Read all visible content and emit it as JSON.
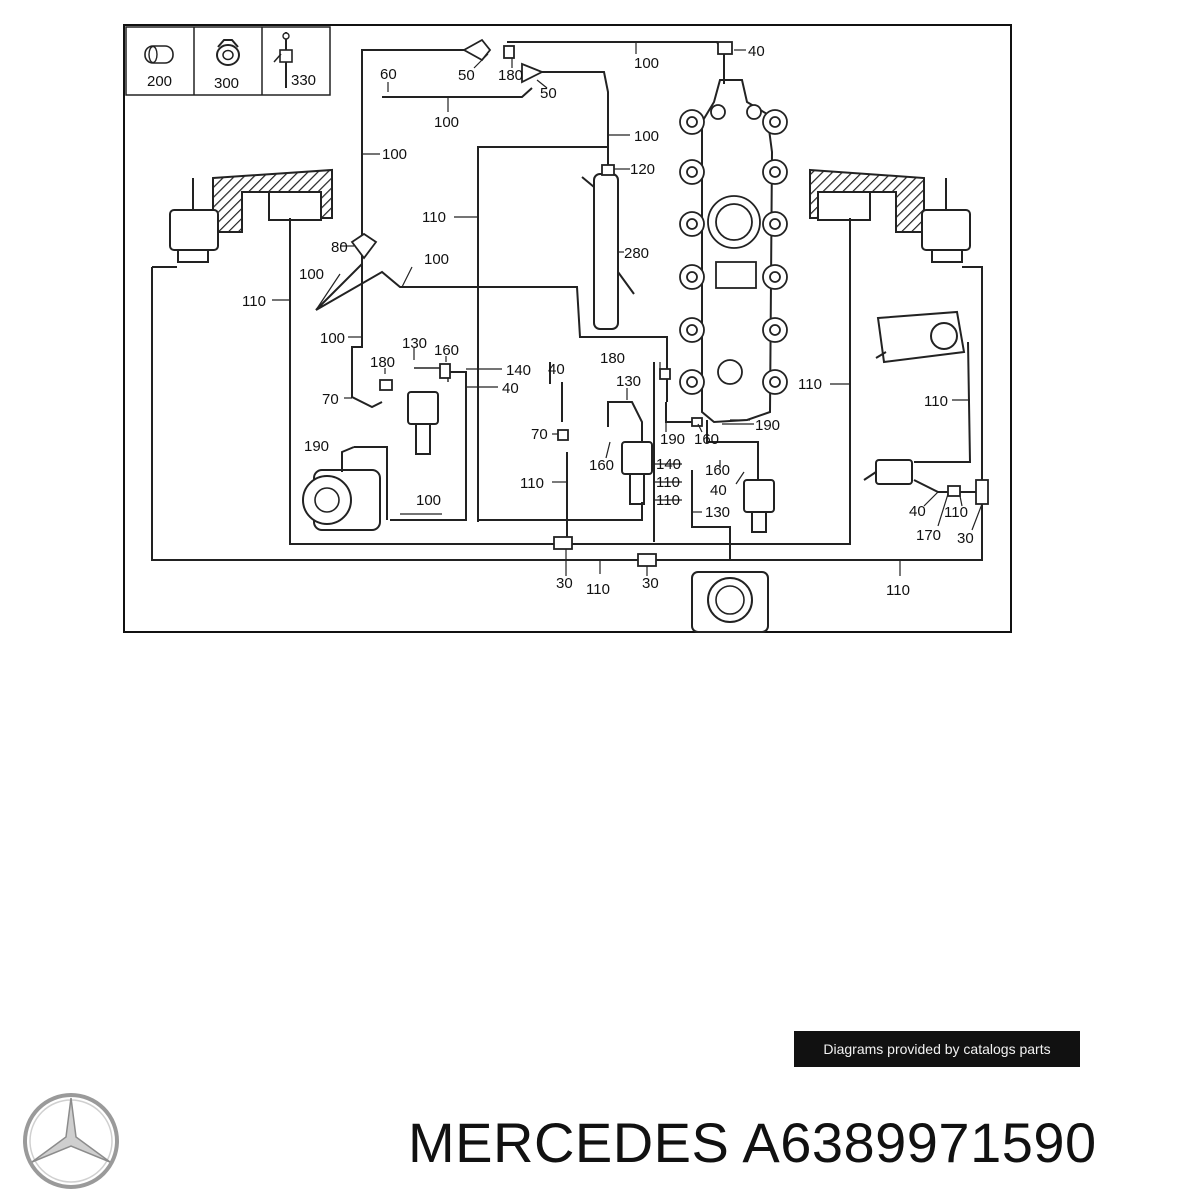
{
  "legend": {
    "items": [
      {
        "number": "200",
        "icon": "hose-sleeve-icon"
      },
      {
        "number": "300",
        "icon": "hose-clamp-icon"
      },
      {
        "number": "330",
        "icon": "cable-tie-icon"
      }
    ]
  },
  "callouts": {
    "l100a": "100",
    "l40a": "40",
    "l50a": "50",
    "l180a": "180",
    "l50b": "50",
    "l60": "60",
    "l100b": "100",
    "l100c": "100",
    "l100d": "100",
    "l120": "120",
    "l110a": "110",
    "l280": "280",
    "l80": "80",
    "l100e": "100",
    "l100f": "100",
    "l110b": "110",
    "l100g": "100",
    "l130a": "130",
    "l160a": "160",
    "l180b": "180",
    "l140a": "140",
    "l40b": "40",
    "l70a": "70",
    "l40c": "40",
    "l180c": "180",
    "l130b": "130",
    "l70b": "70",
    "l190a": "190",
    "l160b": "160",
    "l190b": "190",
    "l160c": "160",
    "l140b": "140",
    "l160d": "160",
    "l110c": "110",
    "l40d": "40",
    "l110d": "110",
    "l110e": "110",
    "l130c": "130",
    "l190c": "190",
    "l100h": "100",
    "l110f": "110",
    "l110g": "110",
    "l40e": "40",
    "l170": "170",
    "l110h": "110",
    "l30a": "30",
    "l30b": "30",
    "l110i": "110",
    "l30c": "30",
    "l110j": "110"
  },
  "watermark": {
    "text": "Diagrams provided by catalogs parts"
  },
  "footer": {
    "brand": "MERCEDES",
    "part_number": "A6389971590",
    "logo": "mercedes-star-logo"
  }
}
